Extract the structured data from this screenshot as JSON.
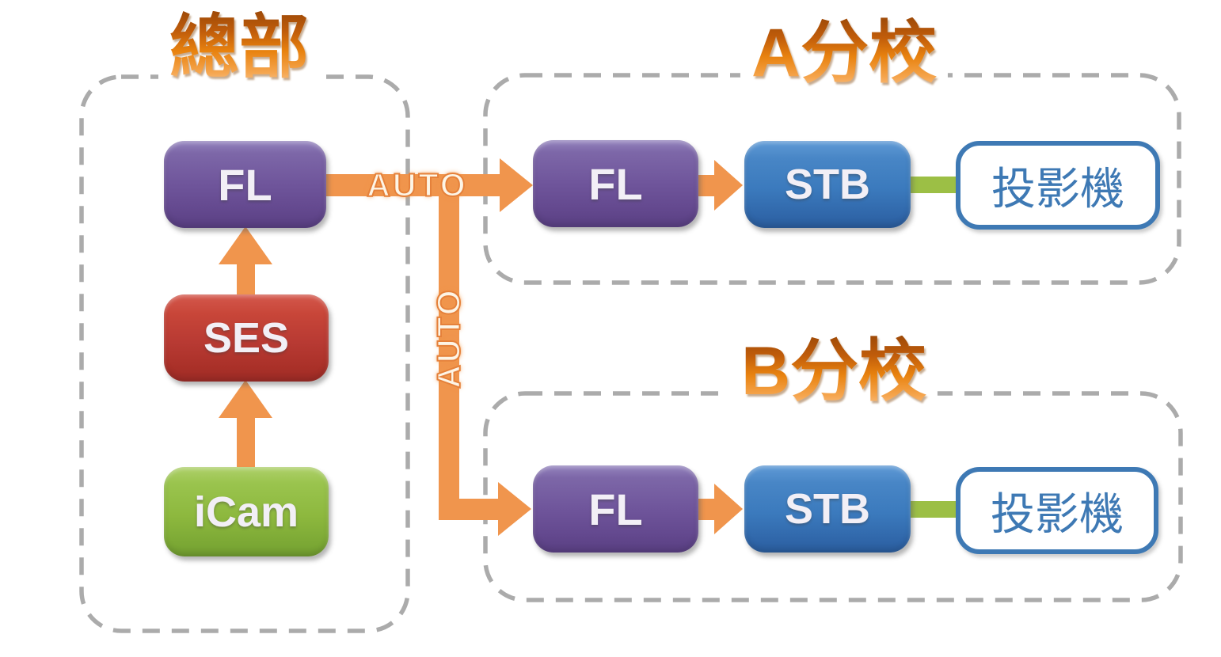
{
  "groups": {
    "hq": {
      "title": "總部"
    },
    "branch_a": {
      "title": "A分校"
    },
    "branch_b": {
      "title": "B分校"
    }
  },
  "nodes": {
    "hq_fl": {
      "label": "FL"
    },
    "hq_ses": {
      "label": "SES"
    },
    "hq_icam": {
      "label": "iCam"
    },
    "a_fl": {
      "label": "FL"
    },
    "a_stb": {
      "label": "STB"
    },
    "a_projector": {
      "label": "投影機"
    },
    "b_fl": {
      "label": "FL"
    },
    "b_stb": {
      "label": "STB"
    },
    "b_projector": {
      "label": "投影機"
    }
  },
  "connections": {
    "auto_horizontal": "AUTO",
    "auto_vertical": "AUTO"
  },
  "colors": {
    "arrow": "#F0954D",
    "arrow-stroke": "#E5813B",
    "dash": "#ABABAB",
    "connector": "#9CBF45",
    "projector-blue": "#3E79B4",
    "box-purple": "#6F559B",
    "box-red": "#B83A33",
    "box-green": "#8DB83E",
    "box-blue": "#3B7ABD",
    "title-orange": "#E8820F"
  }
}
